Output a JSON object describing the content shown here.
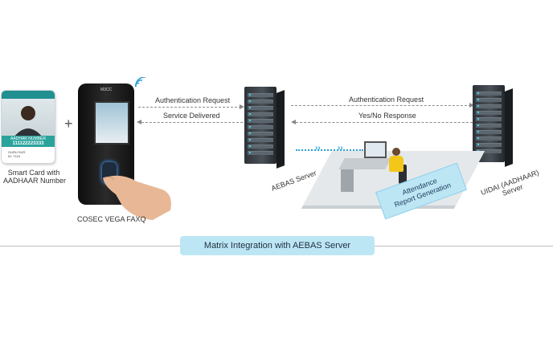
{
  "card": {
    "name_text": "AADHAR NUMBER",
    "number": "111122223333",
    "meta_line1": "GURU SUR",
    "meta_line2": "ID: 7115",
    "label_line1": "Smart Card with",
    "label_line2": "AADHAAR Number"
  },
  "plus_sign": "+",
  "device": {
    "brand": "M3CC",
    "label": "COSEC VEGA FAXQ"
  },
  "arrows": {
    "auth_request_left": "Authentication Request",
    "service_delivered": "Service Delivered",
    "auth_request_right": "Authentication Request",
    "yes_no_response": "Yes/No Response"
  },
  "servers": {
    "aebas_label": "AEBAS Server",
    "uidai_label_line1": "UIDAI (AADHAAR)",
    "uidai_label_line2": "Server"
  },
  "report": {
    "line1": "Attendance",
    "line2": "Report Generation"
  },
  "caption": "Matrix Integration with AEBAS Server",
  "colors": {
    "accent_blue": "#2a9fd6",
    "caption_bg": "#bde6f5",
    "card_teal": "#2aa39d"
  }
}
